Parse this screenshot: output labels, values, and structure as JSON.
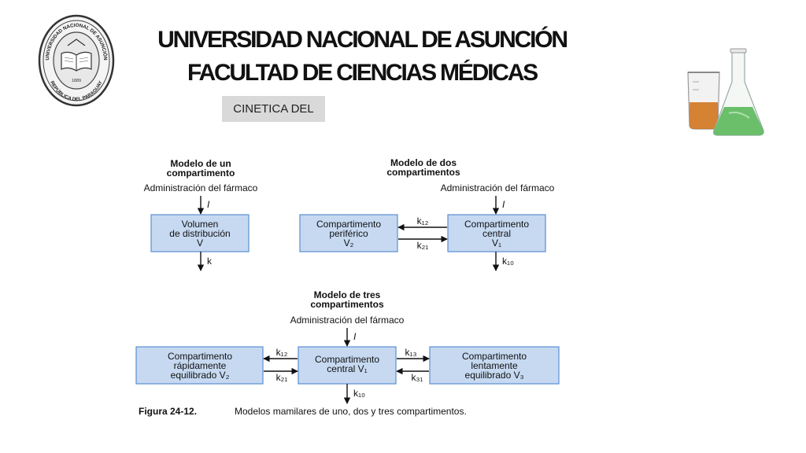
{
  "header": {
    "title_line1": "UNIVERSIDAD NACIONAL DE ASUNCIÓN",
    "title_line2": "FACULTAD DE CIENCIAS MÉDICAS",
    "subtitle": "CINETICA DEL"
  },
  "seal": {
    "outer_text": "UNIVERSIDAD NACIONAL DE ASUNCIÓN",
    "bottom_text": "REPÚBLICA DEL PARAGUAY",
    "year": "1889",
    "icon": "university-seal"
  },
  "flasks": {
    "icon": "lab-flasks-icon"
  },
  "figure": {
    "one": {
      "heading1": "Modelo de un",
      "heading2": "compartimento",
      "admin": "Administración del fármaco",
      "dose": "I",
      "box": [
        "Volumen",
        "de distribución",
        "V"
      ],
      "k_out": "k"
    },
    "two": {
      "heading1": "Modelo de dos",
      "heading2": "compartimentos",
      "admin": "Administración del fármaco",
      "dose": "I",
      "peripheral": [
        "Compartimento",
        "periférico",
        "V₂"
      ],
      "central": [
        "Compartimento",
        "central",
        "V₁"
      ],
      "k12": "k₁₂",
      "k21": "k₂₁",
      "k10": "k₁₀"
    },
    "three": {
      "heading1": "Modelo de tres",
      "heading2": "compartimentos",
      "admin": "Administración del fármaco",
      "dose": "I",
      "rapid": [
        "Compartimento",
        "rápidamente",
        "equilibrado V₂"
      ],
      "central": [
        "Compartimento",
        "central V₁"
      ],
      "slow": [
        "Compartimento",
        "lentamente",
        "equilibrado V₃"
      ],
      "k12": "k₁₂",
      "k21": "k₂₁",
      "k13": "k₁₃",
      "k31": "k₃₁",
      "k10": "k₁₀"
    },
    "caption_bold": "Figura 24-12.",
    "caption": "Modelos mamilares de uno, dos y tres compartimentos."
  },
  "colors": {
    "box_fill": "#c6d9f1",
    "box_stroke": "#5b8fd1",
    "subtitle_bg": "#d9d9d9"
  }
}
